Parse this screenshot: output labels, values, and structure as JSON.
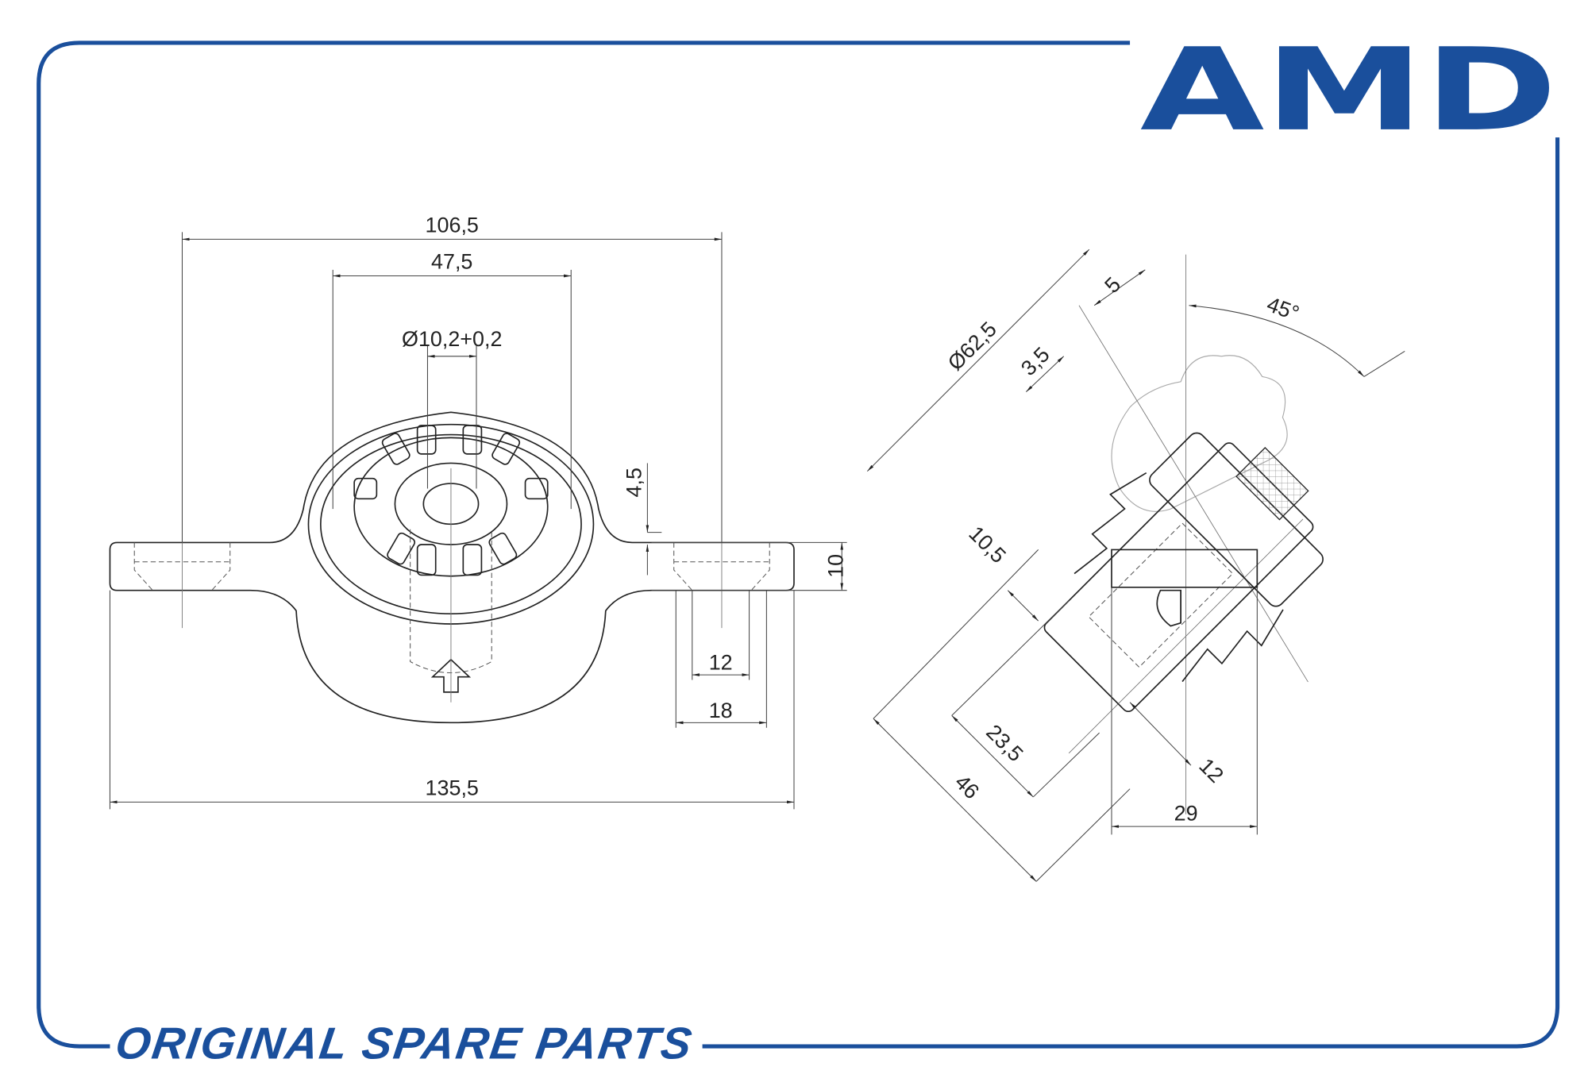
{
  "brand": {
    "logo_text": "AMD",
    "tagline": "ORIGINAL SPARE PARTS",
    "color": "#1a4f9c"
  },
  "front_view": {
    "dims": {
      "overall_width": "135,5",
      "bolt_span": "106,5",
      "body_width": "47,5",
      "bore": "Ø10,2+0,2",
      "flange_offset": "4,5",
      "flange_thickness": "10",
      "hole_inner": "12",
      "hole_outer": "18"
    }
  },
  "iso_view": {
    "dims": {
      "diameter": "Ø62,5",
      "d5": "5",
      "d3_5": "3,5",
      "angle": "45°",
      "d10_5": "10,5",
      "d23_5": "23,5",
      "d46": "46",
      "d12": "12",
      "d29": "29"
    }
  }
}
